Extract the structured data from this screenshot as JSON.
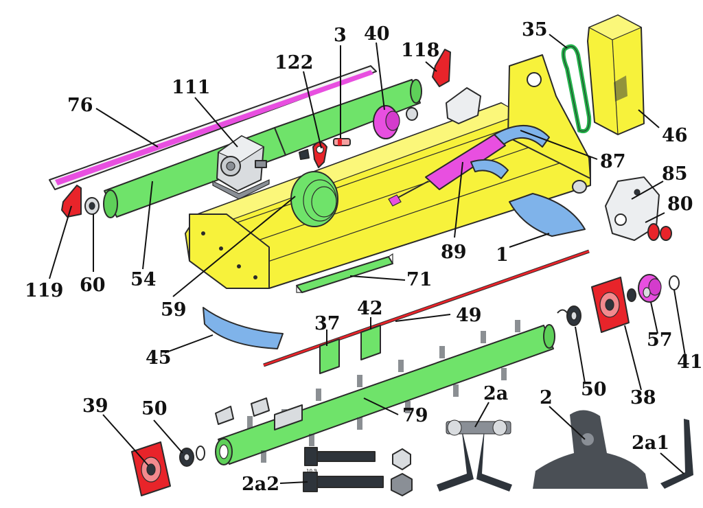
{
  "colors": {
    "frame": "#f7f23b",
    "shaft": "#6fe36a",
    "accent_magenta": "#e84fe0",
    "guard_blue": "#7fb3ea",
    "plate_red": "#e8242a",
    "belt_green": "#22b24a",
    "steel_dark": "#2e343b",
    "hardware_grey": "#8a8f96"
  },
  "callouts": [
    {
      "id": "3",
      "label": "3"
    },
    {
      "id": "40",
      "label": "40"
    },
    {
      "id": "122",
      "label": "122"
    },
    {
      "id": "111",
      "label": "111"
    },
    {
      "id": "118",
      "label": "118"
    },
    {
      "id": "35",
      "label": "35"
    },
    {
      "id": "46",
      "label": "46"
    },
    {
      "id": "76",
      "label": "76"
    },
    {
      "id": "87",
      "label": "87"
    },
    {
      "id": "85",
      "label": "85"
    },
    {
      "id": "80",
      "label": "80"
    },
    {
      "id": "89",
      "label": "89"
    },
    {
      "id": "1",
      "label": "1"
    },
    {
      "id": "119",
      "label": "119"
    },
    {
      "id": "60",
      "label": "60"
    },
    {
      "id": "54",
      "label": "54"
    },
    {
      "id": "71",
      "label": "71"
    },
    {
      "id": "59",
      "label": "59"
    },
    {
      "id": "42",
      "label": "42"
    },
    {
      "id": "49",
      "label": "49"
    },
    {
      "id": "37",
      "label": "37"
    },
    {
      "id": "57",
      "label": "57"
    },
    {
      "id": "41",
      "label": "41"
    },
    {
      "id": "45",
      "label": "45"
    },
    {
      "id": "50a",
      "label": "50"
    },
    {
      "id": "38",
      "label": "38"
    },
    {
      "id": "39",
      "label": "39"
    },
    {
      "id": "50b",
      "label": "50"
    },
    {
      "id": "79",
      "label": "79"
    },
    {
      "id": "2a",
      "label": "2a"
    },
    {
      "id": "2",
      "label": "2"
    },
    {
      "id": "2a1",
      "label": "2a1"
    },
    {
      "id": "2a2",
      "label": "2a2"
    }
  ],
  "bolt_marking": "10.9"
}
